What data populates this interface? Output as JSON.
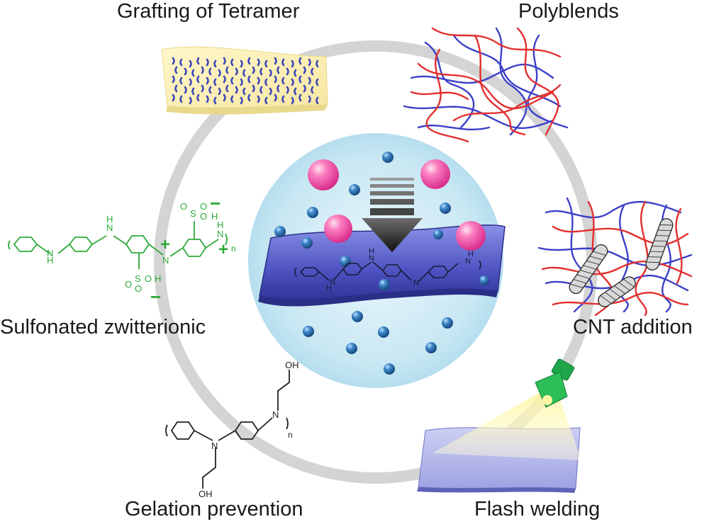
{
  "labels": {
    "grafting": "Grafting of Tetramer",
    "polyblends": "Polyblends",
    "sulfonated": "Sulfonated zwitterionic",
    "cnt": "CNT addition",
    "gelation": "Gelation prevention",
    "flash": "Flash welding"
  },
  "chem": {
    "nh": "H",
    "n": "N",
    "sub_n": "n",
    "so": "S",
    "o": "O",
    "h": "H",
    "oh": "OH",
    "plus": "+",
    "minus": "−"
  },
  "colors": {
    "ring": "#d2d2d2",
    "sulfonated_green": "#2eaa3a",
    "film_blue": "#4b4fb8",
    "pink": "#f05aa8",
    "blue_bead": "#2a6fb0",
    "red_chain": "#e23030",
    "blue_chain": "#3b40c8"
  }
}
